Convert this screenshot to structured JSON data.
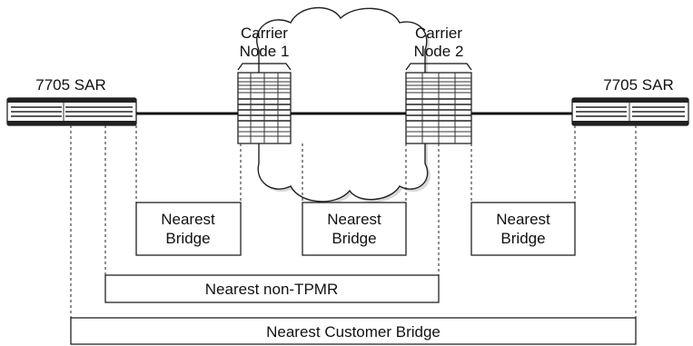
{
  "devices": {
    "sar_left": "7705 SAR",
    "sar_right": "7705 SAR",
    "carrier_node_1": [
      "Carrier",
      "Node 1"
    ],
    "carrier_node_2": [
      "Carrier",
      "Node 2"
    ]
  },
  "bridges": {
    "nearest_bridge_left": [
      "Nearest",
      "Bridge"
    ],
    "nearest_bridge_center": [
      "Nearest",
      "Bridge"
    ],
    "nearest_bridge_right": [
      "Nearest",
      "Bridge"
    ],
    "nearest_non_tpmr": "Nearest non-TPMR",
    "nearest_customer_bridge": "Nearest Customer Bridge"
  }
}
